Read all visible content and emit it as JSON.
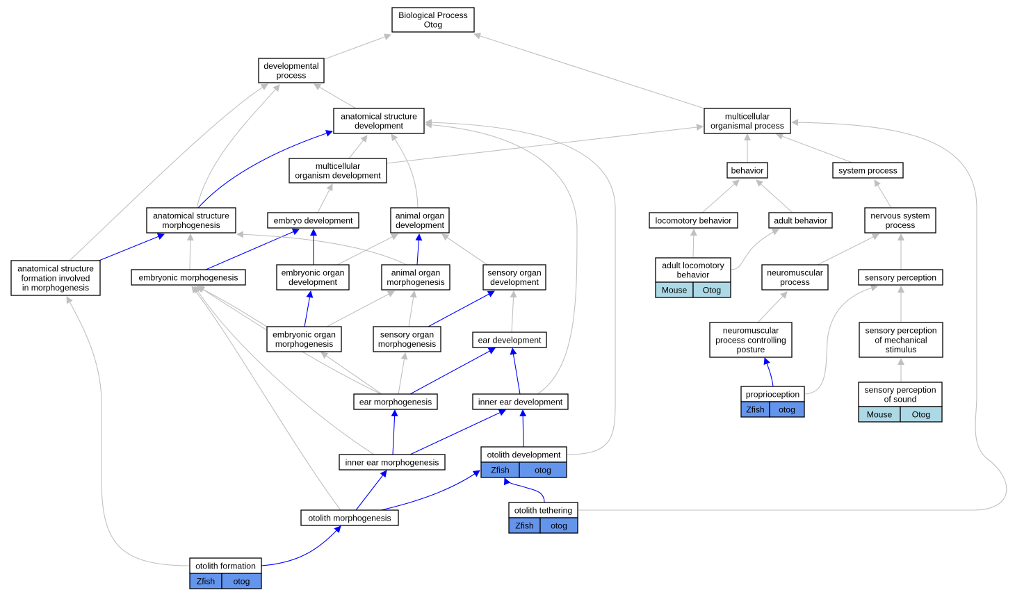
{
  "colors": {
    "edge_gray": "#c0c0c0",
    "edge_blue": "#0000ff",
    "zfish_badge": "#6495ed",
    "mouse_badge": "#add8e6"
  },
  "nodes": {
    "bp": {
      "lines": [
        "Biological Process",
        "Otog"
      ]
    },
    "dev": {
      "lines": [
        "developmental",
        "process"
      ]
    },
    "asd": {
      "lines": [
        "anatomical structure",
        "development"
      ]
    },
    "mop": {
      "lines": [
        "multicellular",
        "organismal process"
      ]
    },
    "mod": {
      "lines": [
        "multicellular",
        "organism development"
      ]
    },
    "beh": {
      "lines": [
        "behavior"
      ]
    },
    "sys": {
      "lines": [
        "system process"
      ]
    },
    "asm": {
      "lines": [
        "anatomical structure",
        "morphogenesis"
      ]
    },
    "emb": {
      "lines": [
        "embryo development"
      ]
    },
    "aod": {
      "lines": [
        "animal organ",
        "development"
      ]
    },
    "loc": {
      "lines": [
        "locomotory behavior"
      ]
    },
    "adb": {
      "lines": [
        "adult behavior"
      ]
    },
    "nsp": {
      "lines": [
        "nervous system",
        "process"
      ]
    },
    "asf": {
      "lines": [
        "anatomical structure",
        "formation involved",
        "in morphogenesis"
      ]
    },
    "emm": {
      "lines": [
        "embryonic morphogenesis"
      ]
    },
    "eod": {
      "lines": [
        "embryonic organ",
        "development"
      ]
    },
    "aom": {
      "lines": [
        "animal organ",
        "morphogenesis"
      ]
    },
    "sod": {
      "lines": [
        "sensory organ",
        "development"
      ]
    },
    "alb": {
      "lines": [
        "adult locomotory",
        "behavior"
      ],
      "badges": [
        "Mouse",
        "Otog"
      ]
    },
    "nmp": {
      "lines": [
        "neuromuscular",
        "process"
      ]
    },
    "sp": {
      "lines": [
        "sensory perception"
      ]
    },
    "eom": {
      "lines": [
        "embryonic organ",
        "morphogenesis"
      ]
    },
    "som": {
      "lines": [
        "sensory organ",
        "morphogenesis"
      ]
    },
    "ear": {
      "lines": [
        "ear development"
      ]
    },
    "nmpp": {
      "lines": [
        "neuromuscular",
        "process controlling",
        "posture"
      ]
    },
    "spm": {
      "lines": [
        "sensory perception",
        "of mechanical",
        "stimulus"
      ]
    },
    "earm": {
      "lines": [
        "ear morphogenesis"
      ]
    },
    "ied": {
      "lines": [
        "inner ear development"
      ]
    },
    "prop": {
      "lines": [
        "proprioception"
      ],
      "badges": [
        "Zfish",
        "otog"
      ]
    },
    "sps": {
      "lines": [
        "sensory perception",
        "of sound"
      ],
      "badges": [
        "Mouse",
        "Otog"
      ]
    },
    "iem": {
      "lines": [
        "inner ear morphogenesis"
      ]
    },
    "otd": {
      "lines": [
        "otolith development"
      ],
      "badges": [
        "Zfish",
        "otog"
      ]
    },
    "otm": {
      "lines": [
        "otolith morphogenesis"
      ]
    },
    "ott": {
      "lines": [
        "otolith tethering"
      ],
      "badges": [
        "Zfish",
        "otog"
      ]
    },
    "otf": {
      "lines": [
        "otolith formation"
      ],
      "badges": [
        "Zfish",
        "otog"
      ]
    }
  }
}
